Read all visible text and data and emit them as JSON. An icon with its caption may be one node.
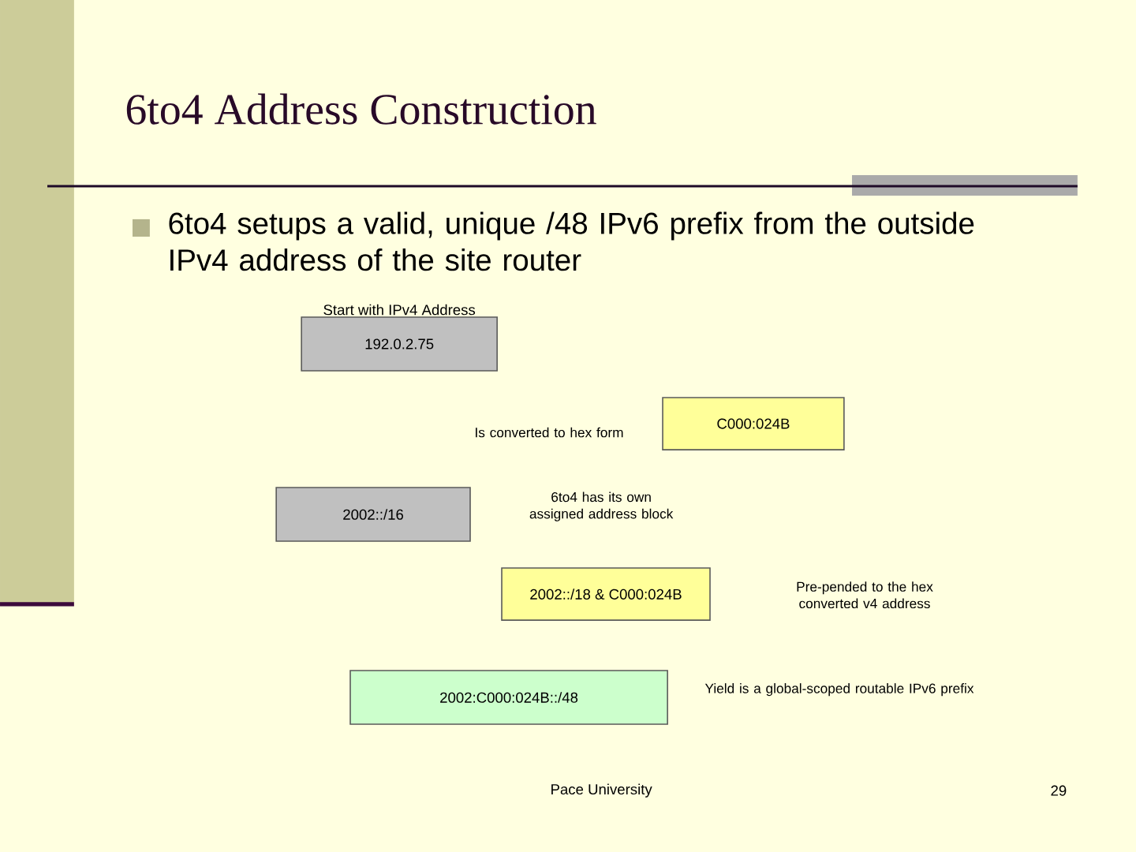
{
  "diagram": {
    "title": "6to4 Address Construction",
    "nodes": [
      {
        "text": [
          "Start with IPv4 Address",
          "192.0.2.75"
        ]
      },
      {
        "text": [
          "C000:024B"
        ]
      },
      {
        "text": [
          "2002::/16"
        ]
      },
      {
        "text": [
          "2002::/18 & C000:024B"
        ]
      },
      {
        "text": [
          "2002:C000:024B::/48"
        ]
      }
    ],
    "labels": [
      "6to4 setups a valid, unique /48 IPv6 prefix from the outside IPv4 address of the site router",
      "Is converted to hex form",
      "6to4 has its own assigned address block",
      "Pre-pended to the hex converted v4 address",
      "Yield is a global-scoped routable IPv6 prefix",
      "Pace University",
      "29"
    ]
  }
}
